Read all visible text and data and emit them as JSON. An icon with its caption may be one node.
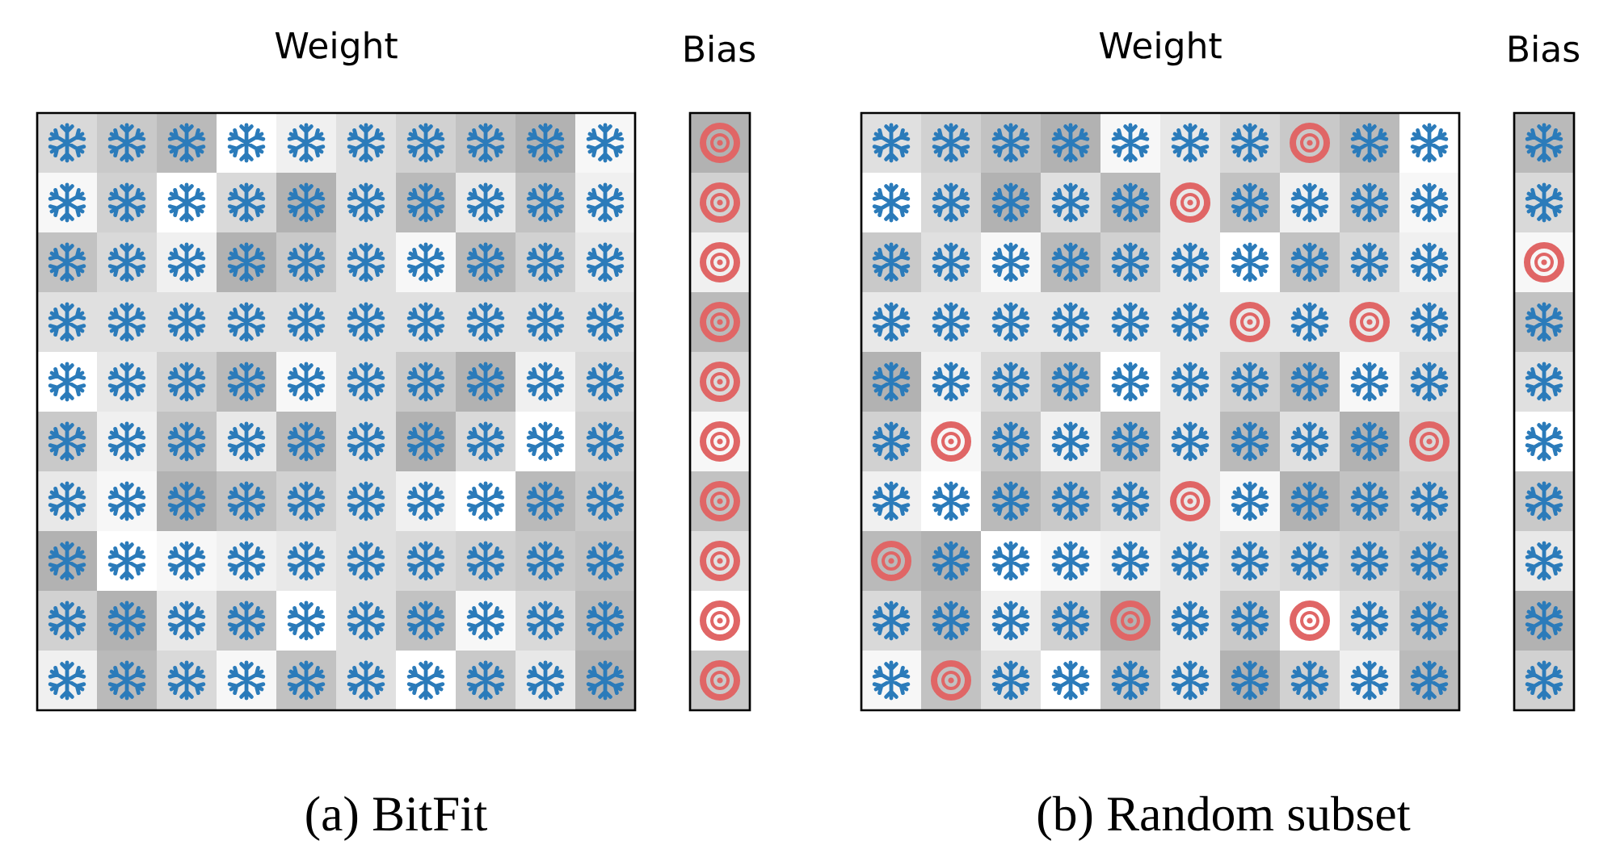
{
  "diagram": {
    "labels": [
      "Weight",
      "Bias",
      "Weight",
      "Bias",
      "(a) BitFit",
      "(b) Random subset"
    ]
  }
}
